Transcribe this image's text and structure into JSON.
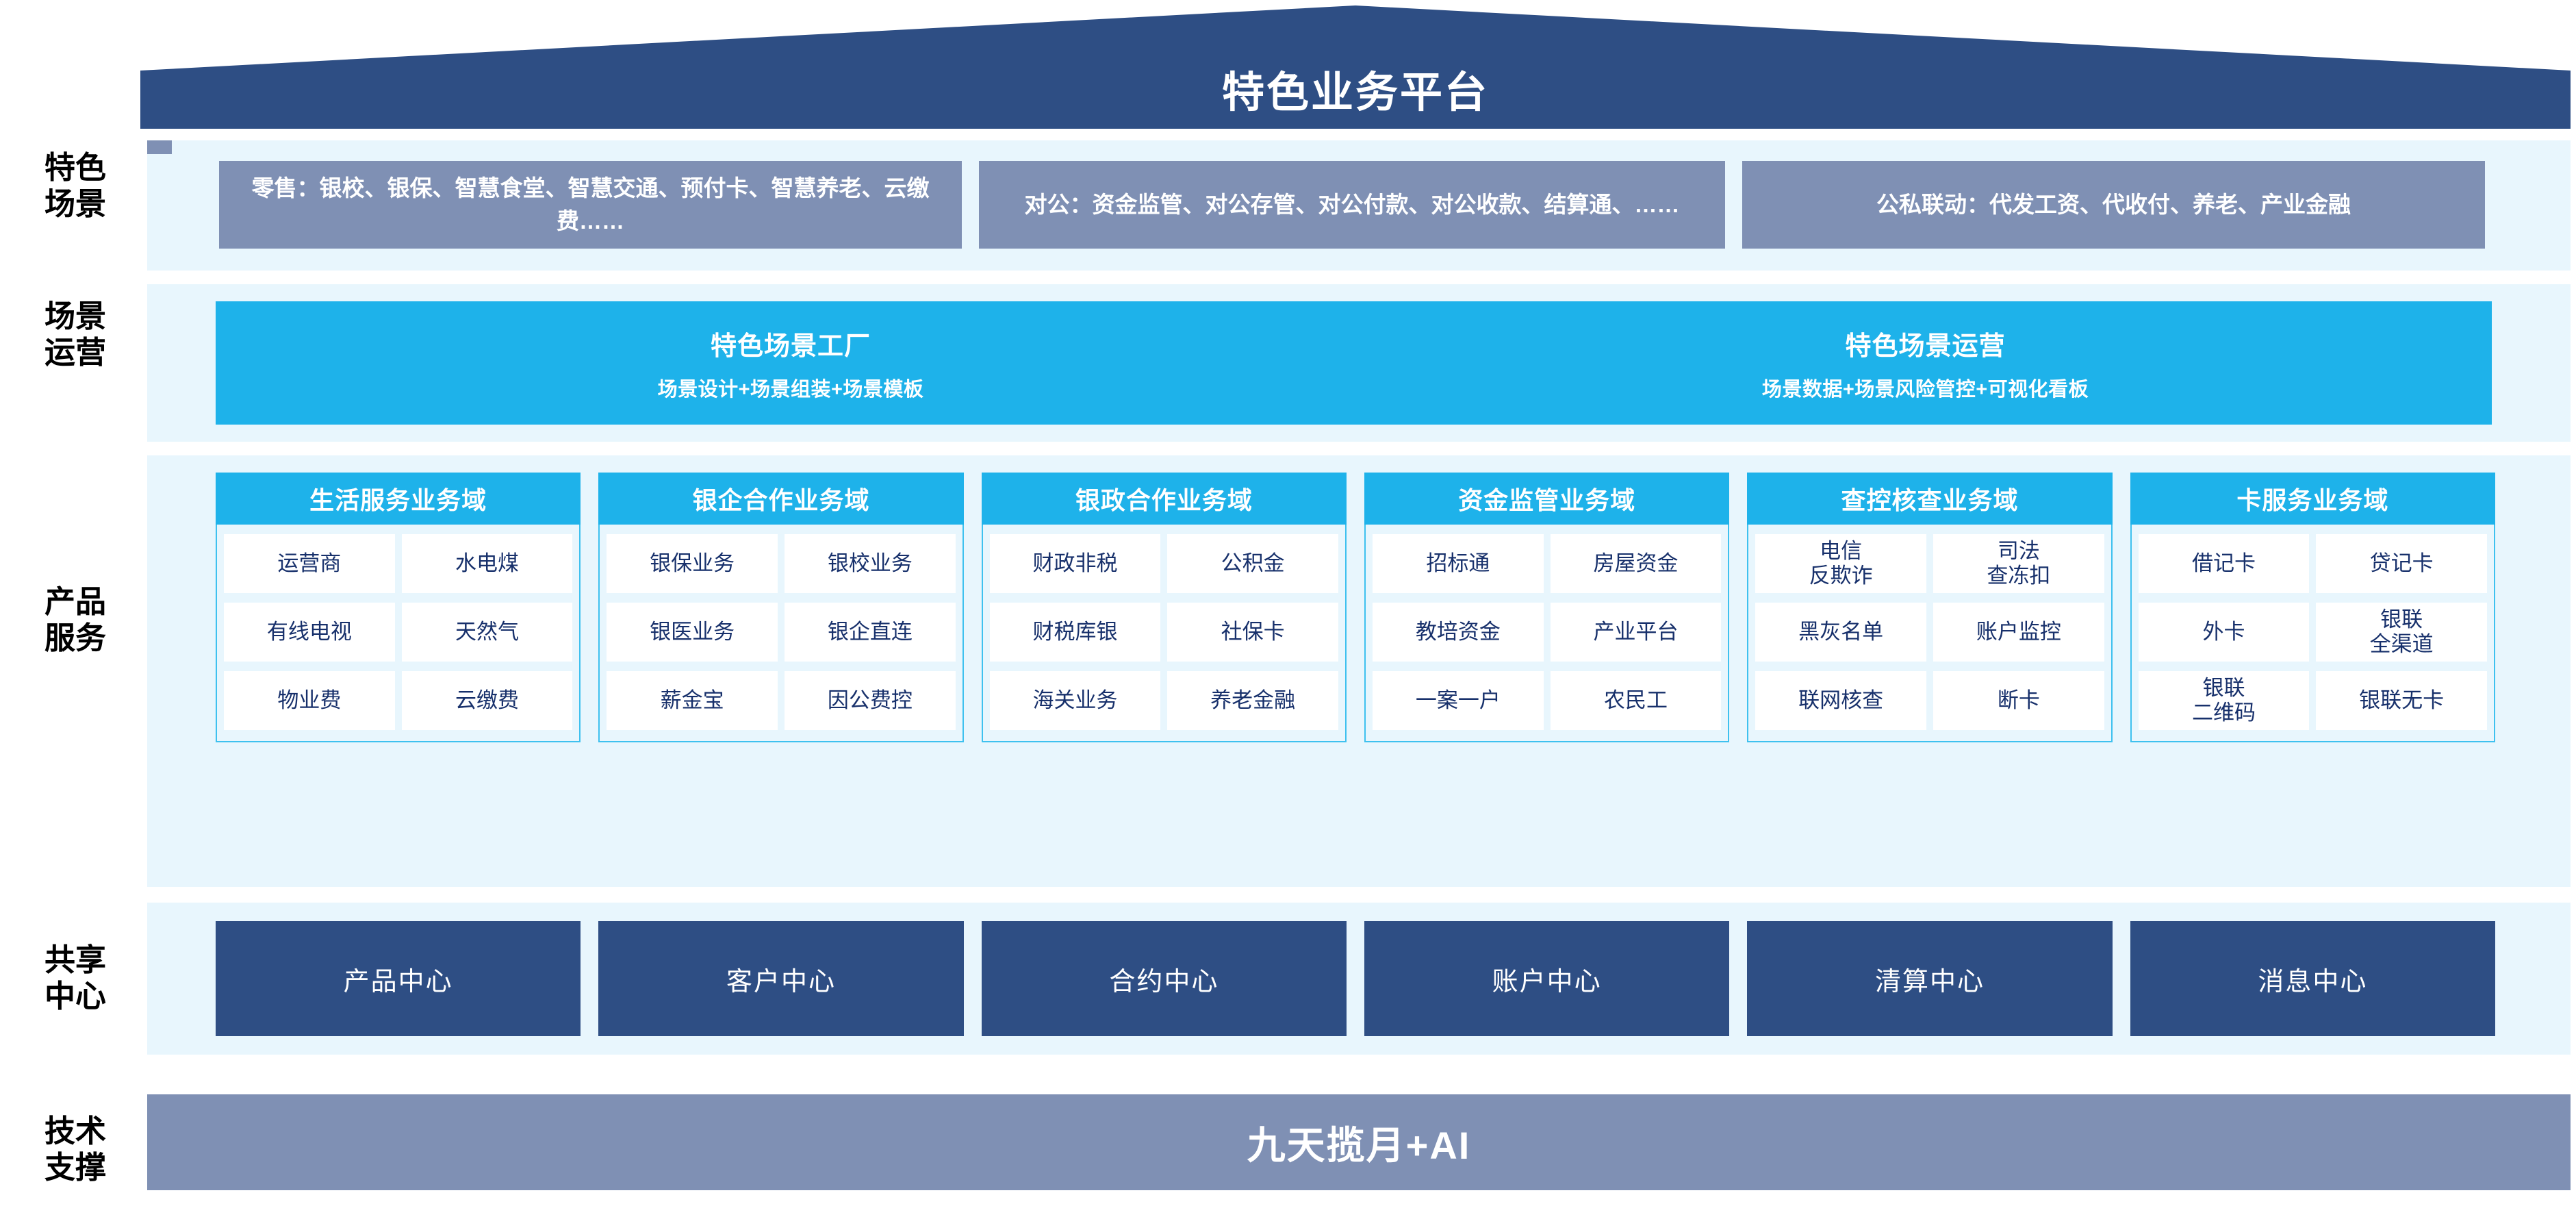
{
  "header": {
    "title": "特色业务平台"
  },
  "row_labels": [
    {
      "id": "scene",
      "line1": "特色",
      "line2": "场景"
    },
    {
      "id": "operation",
      "line1": "场景",
      "line2": "运营"
    },
    {
      "id": "product",
      "line1": "产品",
      "line2": "服务"
    },
    {
      "id": "shared",
      "line1": "共享",
      "line2": "中心"
    },
    {
      "id": "tech",
      "line1": "技术",
      "line2": "支撑"
    }
  ],
  "scene_row": {
    "boxes": [
      {
        "id": "retail",
        "text": "零售：银校、银保、智慧食堂、智慧交通、预付卡、智慧养老、云缴费……"
      },
      {
        "id": "corporate",
        "text": "对公：资金监管、对公存管、对公付款、对公收款、结算通、……"
      },
      {
        "id": "public-private",
        "text": "公私联动：代发工资、代收付、养老、产业金融"
      }
    ]
  },
  "operation_row": {
    "boxes": [
      {
        "id": "scene-factory",
        "title": "特色场景工厂",
        "subtitle": "场景设计+场景组装+场景模板"
      },
      {
        "id": "scene-operation",
        "title": "特色场景运营",
        "subtitle": "场景数据+场景风险管控+可视化看板"
      }
    ]
  },
  "product_row": {
    "columns": [
      {
        "id": "life-service",
        "title": "生活服务业务域",
        "cells": [
          [
            "运营商",
            "水电煤"
          ],
          [
            "有线电视",
            "天然气"
          ],
          [
            "物业费",
            "云缴费"
          ]
        ]
      },
      {
        "id": "bank-enterprise",
        "title": "银企合作业务域",
        "cells": [
          [
            "银保业务",
            "银校业务"
          ],
          [
            "银医业务",
            "银企直连"
          ],
          [
            "薪金宝",
            "因公费控"
          ]
        ]
      },
      {
        "id": "bank-government",
        "title": "银政合作业务域",
        "cells": [
          [
            "财政非税",
            "公积金"
          ],
          [
            "财税库银",
            "社保卡"
          ],
          [
            "海关业务",
            "养老金融"
          ]
        ]
      },
      {
        "id": "fund-supervision",
        "title": "资金监管业务域",
        "cells": [
          [
            "招标通",
            "房屋资金"
          ],
          [
            "教培资金",
            "产业平台"
          ],
          [
            "一案一户",
            "农民工"
          ]
        ]
      },
      {
        "id": "investigation-control",
        "title": "查控核查业务域",
        "cells": [
          [
            "电信\n反欺诈",
            "司法\n查冻扣"
          ],
          [
            "黑灰名单",
            "账户监控"
          ],
          [
            "联网核查",
            "断卡"
          ]
        ]
      },
      {
        "id": "card-service",
        "title": "卡服务业务域",
        "cells": [
          [
            "借记卡",
            "贷记卡"
          ],
          [
            "外卡",
            "银联\n全渠道"
          ],
          [
            "银联\n二维码",
            "银联无卡"
          ]
        ]
      }
    ]
  },
  "shared_center_row": {
    "boxes": [
      {
        "id": "product-center",
        "label": "产品中心"
      },
      {
        "id": "customer-center",
        "label": "客户中心"
      },
      {
        "id": "contract-center",
        "label": "合约中心"
      },
      {
        "id": "account-center",
        "label": "账户中心"
      },
      {
        "id": "clearing-center",
        "label": "清算中心"
      },
      {
        "id": "message-center",
        "label": "消息中心"
      }
    ]
  },
  "tech_support_row": {
    "label": "九天揽月+AI"
  },
  "colors": {
    "roof_navy": "#2e4e84",
    "panel_bg": "#e8f6fd",
    "scene_slate": "#7f90b4",
    "cyan": "#1eb2ea",
    "cyan_border": "#3ec1ef",
    "center_navy": "#2e4e84",
    "text_navy": "#17306b",
    "white": "#ffffff"
  }
}
